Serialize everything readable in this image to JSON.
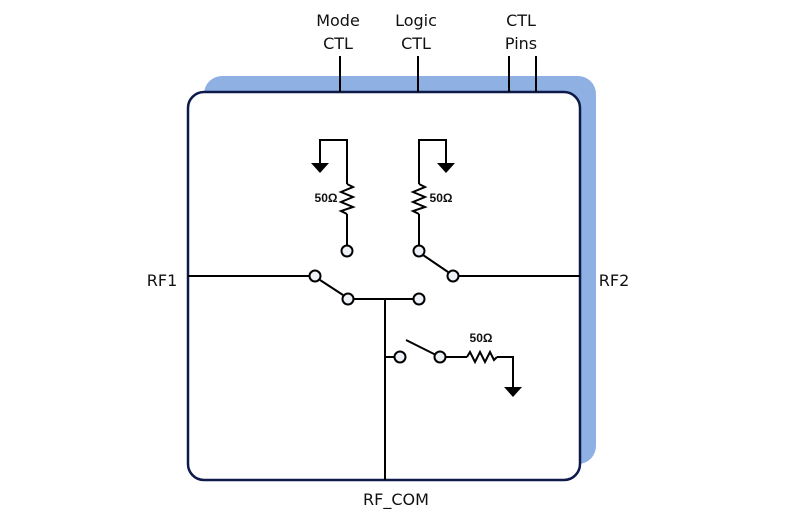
{
  "diagram": {
    "title": "SP3T RF switch block diagram",
    "colors": {
      "shadow": "#8eb0e3",
      "outline": "#0d1a4a",
      "wire": "#000000",
      "node_fill": "#eef2f8"
    },
    "top_labels": {
      "mode_ctl": {
        "line1": "Mode",
        "line2": "CTL"
      },
      "logic_ctl": {
        "line1": "Logic",
        "line2": "CTL"
      },
      "ctl_pins": {
        "line1": "CTL",
        "line2": "Pins"
      }
    },
    "ports": {
      "rf1": "RF1",
      "rf2": "RF2",
      "rf_com": "RF_COM"
    },
    "resistors": {
      "rf1_termination": "50Ω",
      "rf2_termination": "50Ω",
      "shunt_termination": "50Ω"
    }
  }
}
